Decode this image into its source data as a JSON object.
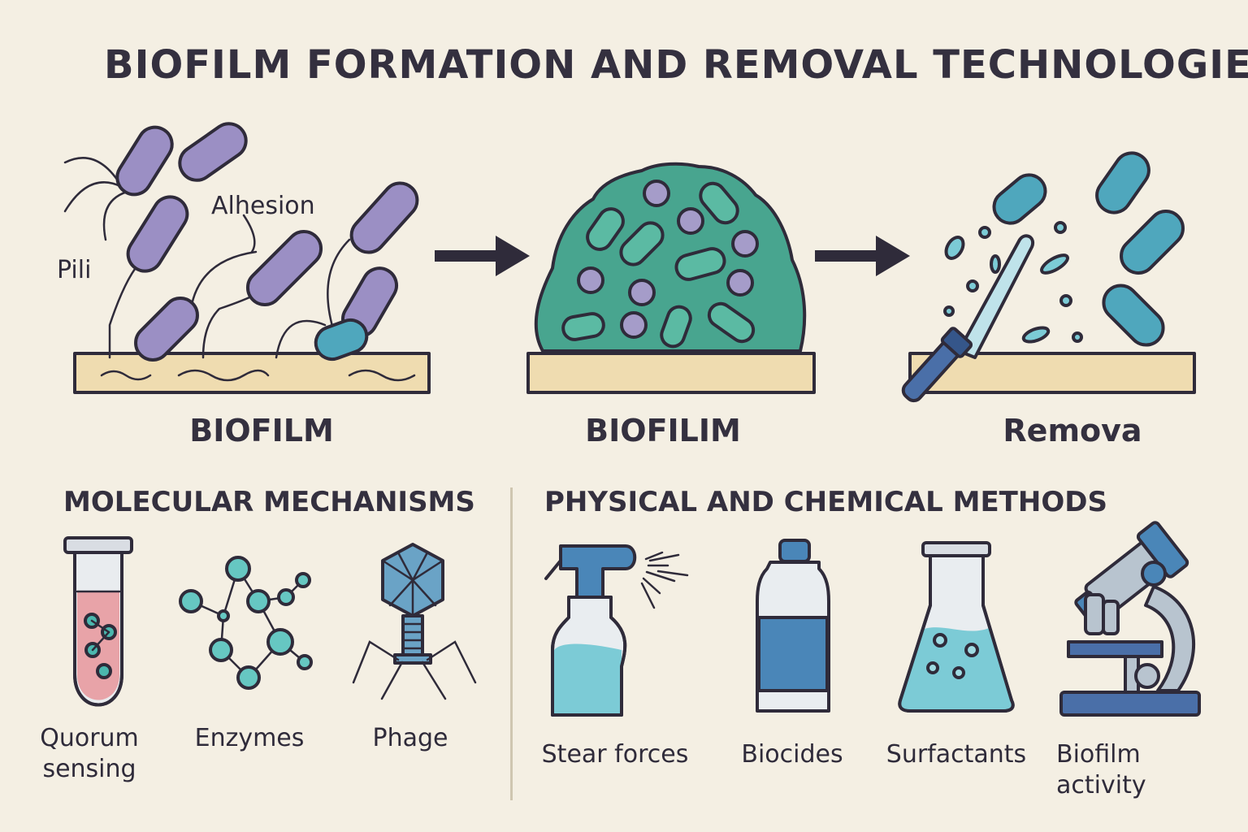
{
  "title": "BIOFILM FORMATION AND REMOVAL TECHNOLOGIES",
  "stages": [
    {
      "label": "BIOFILM"
    },
    {
      "label": "BIOFILIM"
    },
    {
      "label": "Remova"
    }
  ],
  "annotations": {
    "pili": "Pili",
    "adhesion": "Alhesion"
  },
  "molecular": {
    "heading": "MOLECULAR MECHANISMS",
    "items": [
      {
        "label_line1": "Quorum",
        "label_line2": "sensing",
        "icon": "test-tube-icon"
      },
      {
        "label_line1": "Enzymes",
        "label_line2": "",
        "icon": "molecule-icon"
      },
      {
        "label_line1": "Phage",
        "label_line2": "",
        "icon": "bacteriophage-icon"
      }
    ]
  },
  "physical": {
    "heading": "PHYSICAL AND CHEMICAL METHODS",
    "items": [
      {
        "label_line1": "Stear forces",
        "label_line2": "",
        "icon": "spray-bottle-icon"
      },
      {
        "label_line1": "Biocides",
        "label_line2": "",
        "icon": "bottle-icon"
      },
      {
        "label_line1": "Surfactants",
        "label_line2": "",
        "icon": "flask-icon"
      },
      {
        "label_line1": "Biofilm",
        "label_line2": "activity",
        "icon": "microscope-icon"
      }
    ]
  },
  "colors": {
    "background": "#f4efe3",
    "bacteria_purple": "#9b8fc4",
    "bacteria_teal": "#4fa7bd",
    "biofilm_green": "#48a58f",
    "surface": "#efdcb0",
    "outline": "#2f2b3a"
  }
}
